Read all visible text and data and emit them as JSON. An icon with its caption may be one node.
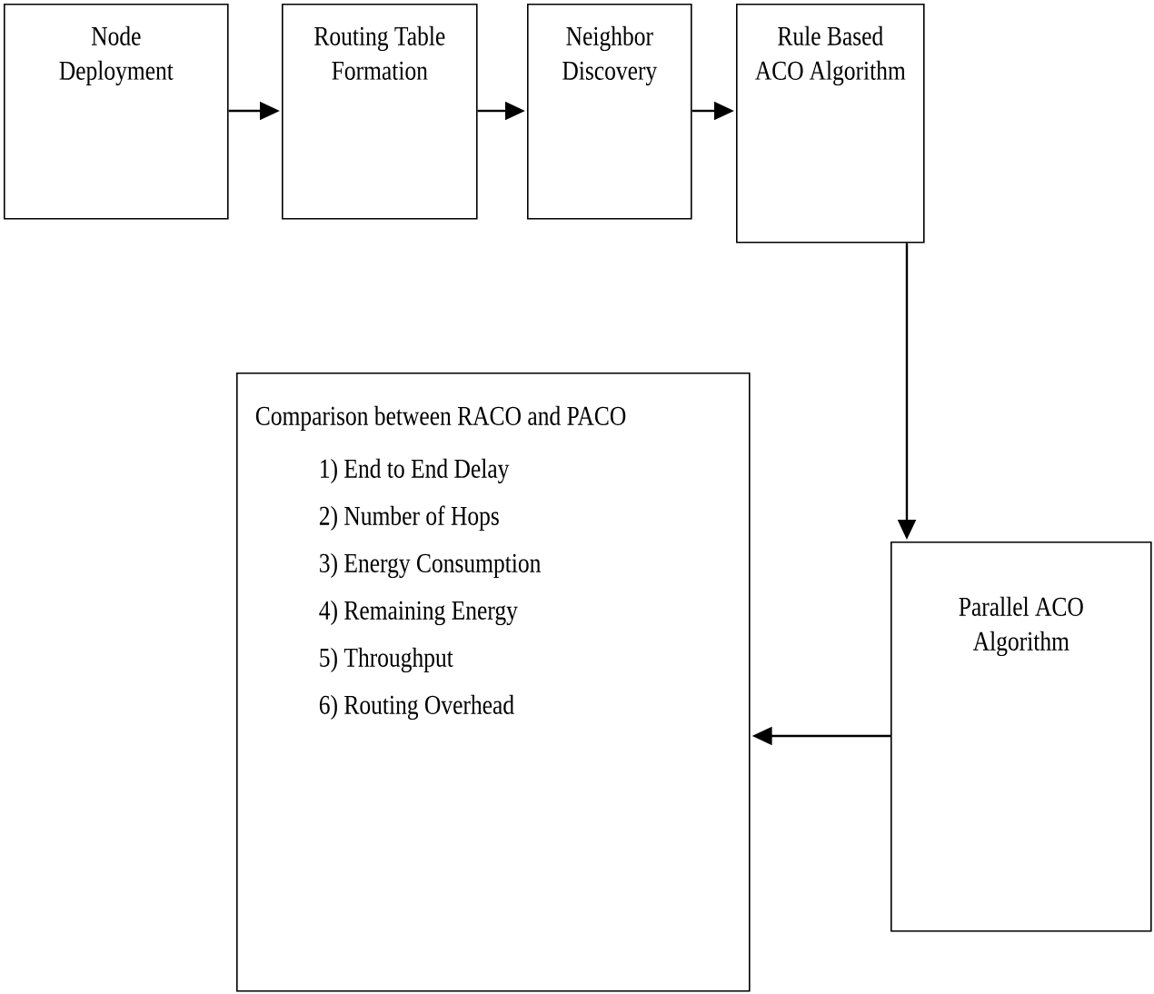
{
  "diagram": {
    "nodes": [
      {
        "text": [
          "Node Deployment"
        ]
      },
      {
        "text": [
          "Routing Table Formation"
        ]
      },
      {
        "text": [
          "Neighbor Discovery"
        ]
      },
      {
        "text": [
          "Rule Based ACO Algorithm"
        ]
      },
      {
        "text": [
          "Comparison between RACO and PACO",
          "1) End to End Delay",
          "2) Number of Hops",
          "3) Energy Consumption",
          "4) Remaining Energy",
          "5) Throughput",
          "6) Routing Overhead"
        ]
      },
      {
        "text": [
          "Parallel ACO Algorithm"
        ]
      }
    ],
    "edges": [
      {
        "from": 0,
        "to": 1,
        "arrow": "to"
      },
      {
        "from": 1,
        "to": 2,
        "arrow": "to"
      },
      {
        "from": 2,
        "to": 3,
        "arrow": "to"
      },
      {
        "from": 3,
        "to": 5,
        "arrow": "to"
      },
      {
        "from": 5,
        "to": 4,
        "arrow": "to"
      }
    ]
  }
}
